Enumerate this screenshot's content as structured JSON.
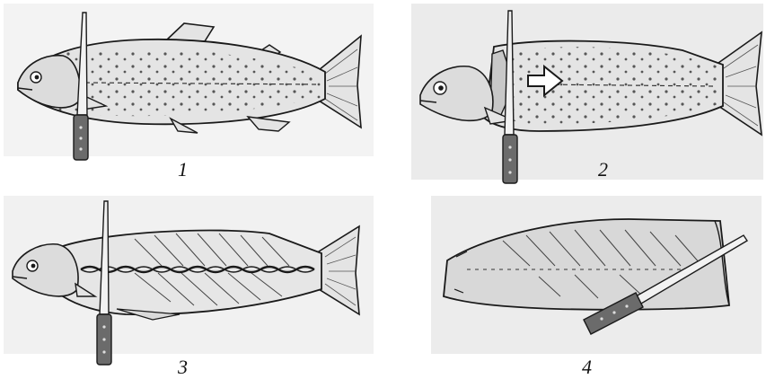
{
  "panels": [
    {
      "number": "1"
    },
    {
      "number": "2"
    },
    {
      "number": "3"
    },
    {
      "number": "4"
    }
  ],
  "colors": {
    "fish_body": "#e4e4e4",
    "outline": "#1a1a1a",
    "panel_shade": "#ececec",
    "knife_handle": "#6b6b6b",
    "knife_blade": "#f2f2f2",
    "fillet": "#d8d8d8"
  }
}
